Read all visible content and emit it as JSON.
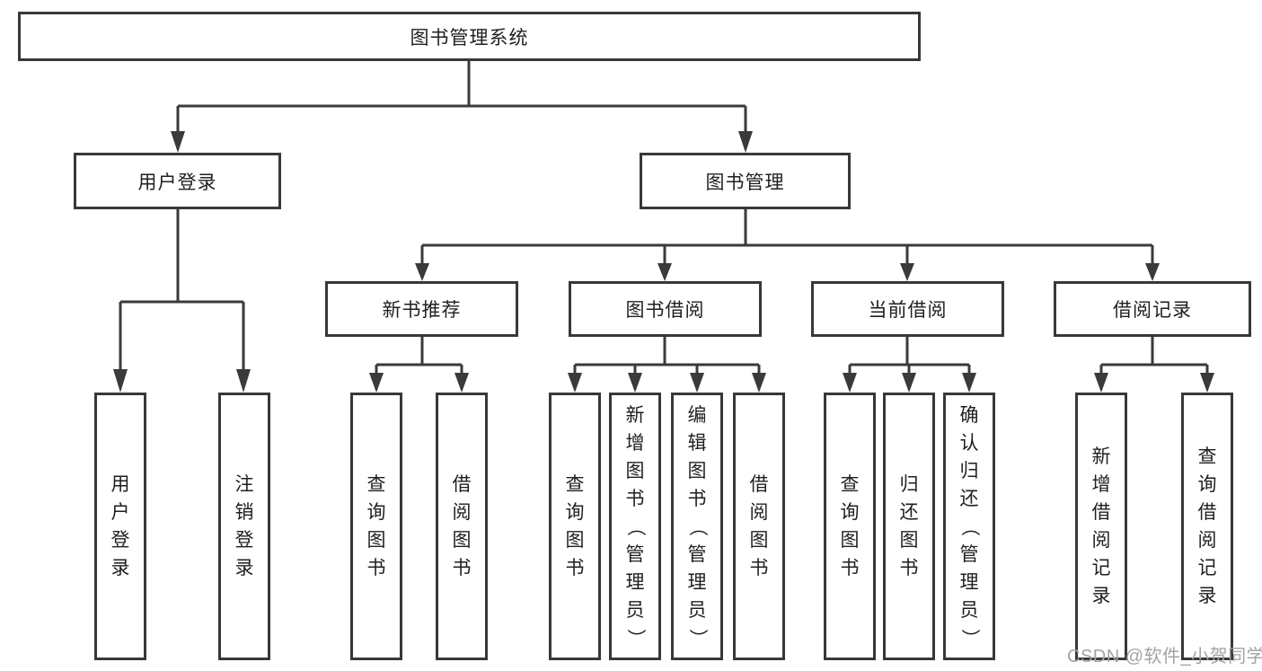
{
  "root": {
    "label": "图书管理系统"
  },
  "login": {
    "label": "用户登录",
    "children": [
      "用户登录",
      "注销登录"
    ]
  },
  "mgmt": {
    "label": "图书管理",
    "sections": [
      {
        "label": "新书推荐",
        "children": [
          "查询图书",
          "借阅图书"
        ]
      },
      {
        "label": "图书借阅",
        "children": [
          "查询图书",
          "新增图书（管理员）",
          "编辑图书（管理员）",
          "借阅图书"
        ]
      },
      {
        "label": "当前借阅",
        "children": [
          "查询图书",
          "归还图书",
          "确认归还（管理员）"
        ]
      },
      {
        "label": "借阅记录",
        "children": [
          "新增借阅记录",
          "查询借阅记录"
        ]
      }
    ]
  },
  "watermark": "CSDN @软件_小贺同学",
  "colors": {
    "line": "#3a3a3a",
    "border": "#383838",
    "text": "#1f1f1f",
    "watermark": "#a3a3a3"
  }
}
